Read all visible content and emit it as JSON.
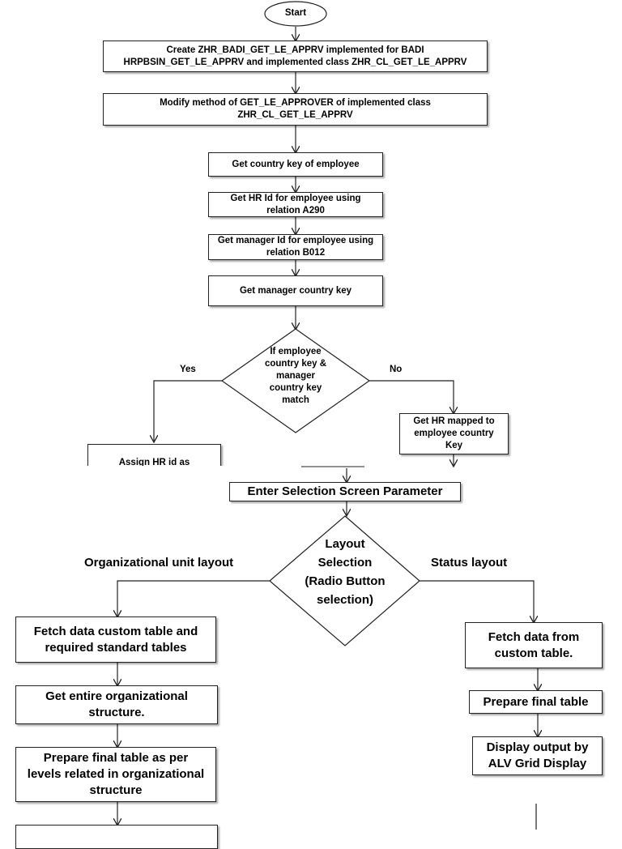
{
  "flow1": {
    "start": "Start",
    "create_badi": "Create ZHR_BADI_GET_LE_APPRV implemented for BADI HRPBSIN_GET_LE_APPRV and implemented class ZHR_CL_GET_LE_APPRV",
    "modify_method": "Modify method  of GET_LE_APPROVER of implemented class ZHR_CL_GET_LE_APPRV",
    "get_country_key": "Get  country key of employee",
    "get_hr_id": "Get  HR Id for employee using relation A290",
    "get_manager_id": "Get manager Id for employee using relation B012",
    "get_manager_country": "Get manager country key",
    "decision": "If employee country key & manager country key match",
    "yes": "Yes",
    "no": "No",
    "assign_hr": "Assign HR id as",
    "get_hr_mapped": "Get HR mapped to employee country Key"
  },
  "flow2": {
    "enter_selection": "Enter Selection Screen Parameter",
    "decision": "Layout Selection (Radio Button selection)",
    "org_label": "Organizational  unit  layout",
    "status_label": "Status layout",
    "fetch_custom_standard": "Fetch data custom table and required standard tables",
    "get_org_structure": "Get entire organizational structure.",
    "prepare_final_levels": "Prepare final table as per levels related in organizational structure",
    "fetch_custom": "Fetch data from custom table.",
    "prepare_final": "Prepare final table",
    "display_alv": "Display output by ALV Grid Display"
  }
}
